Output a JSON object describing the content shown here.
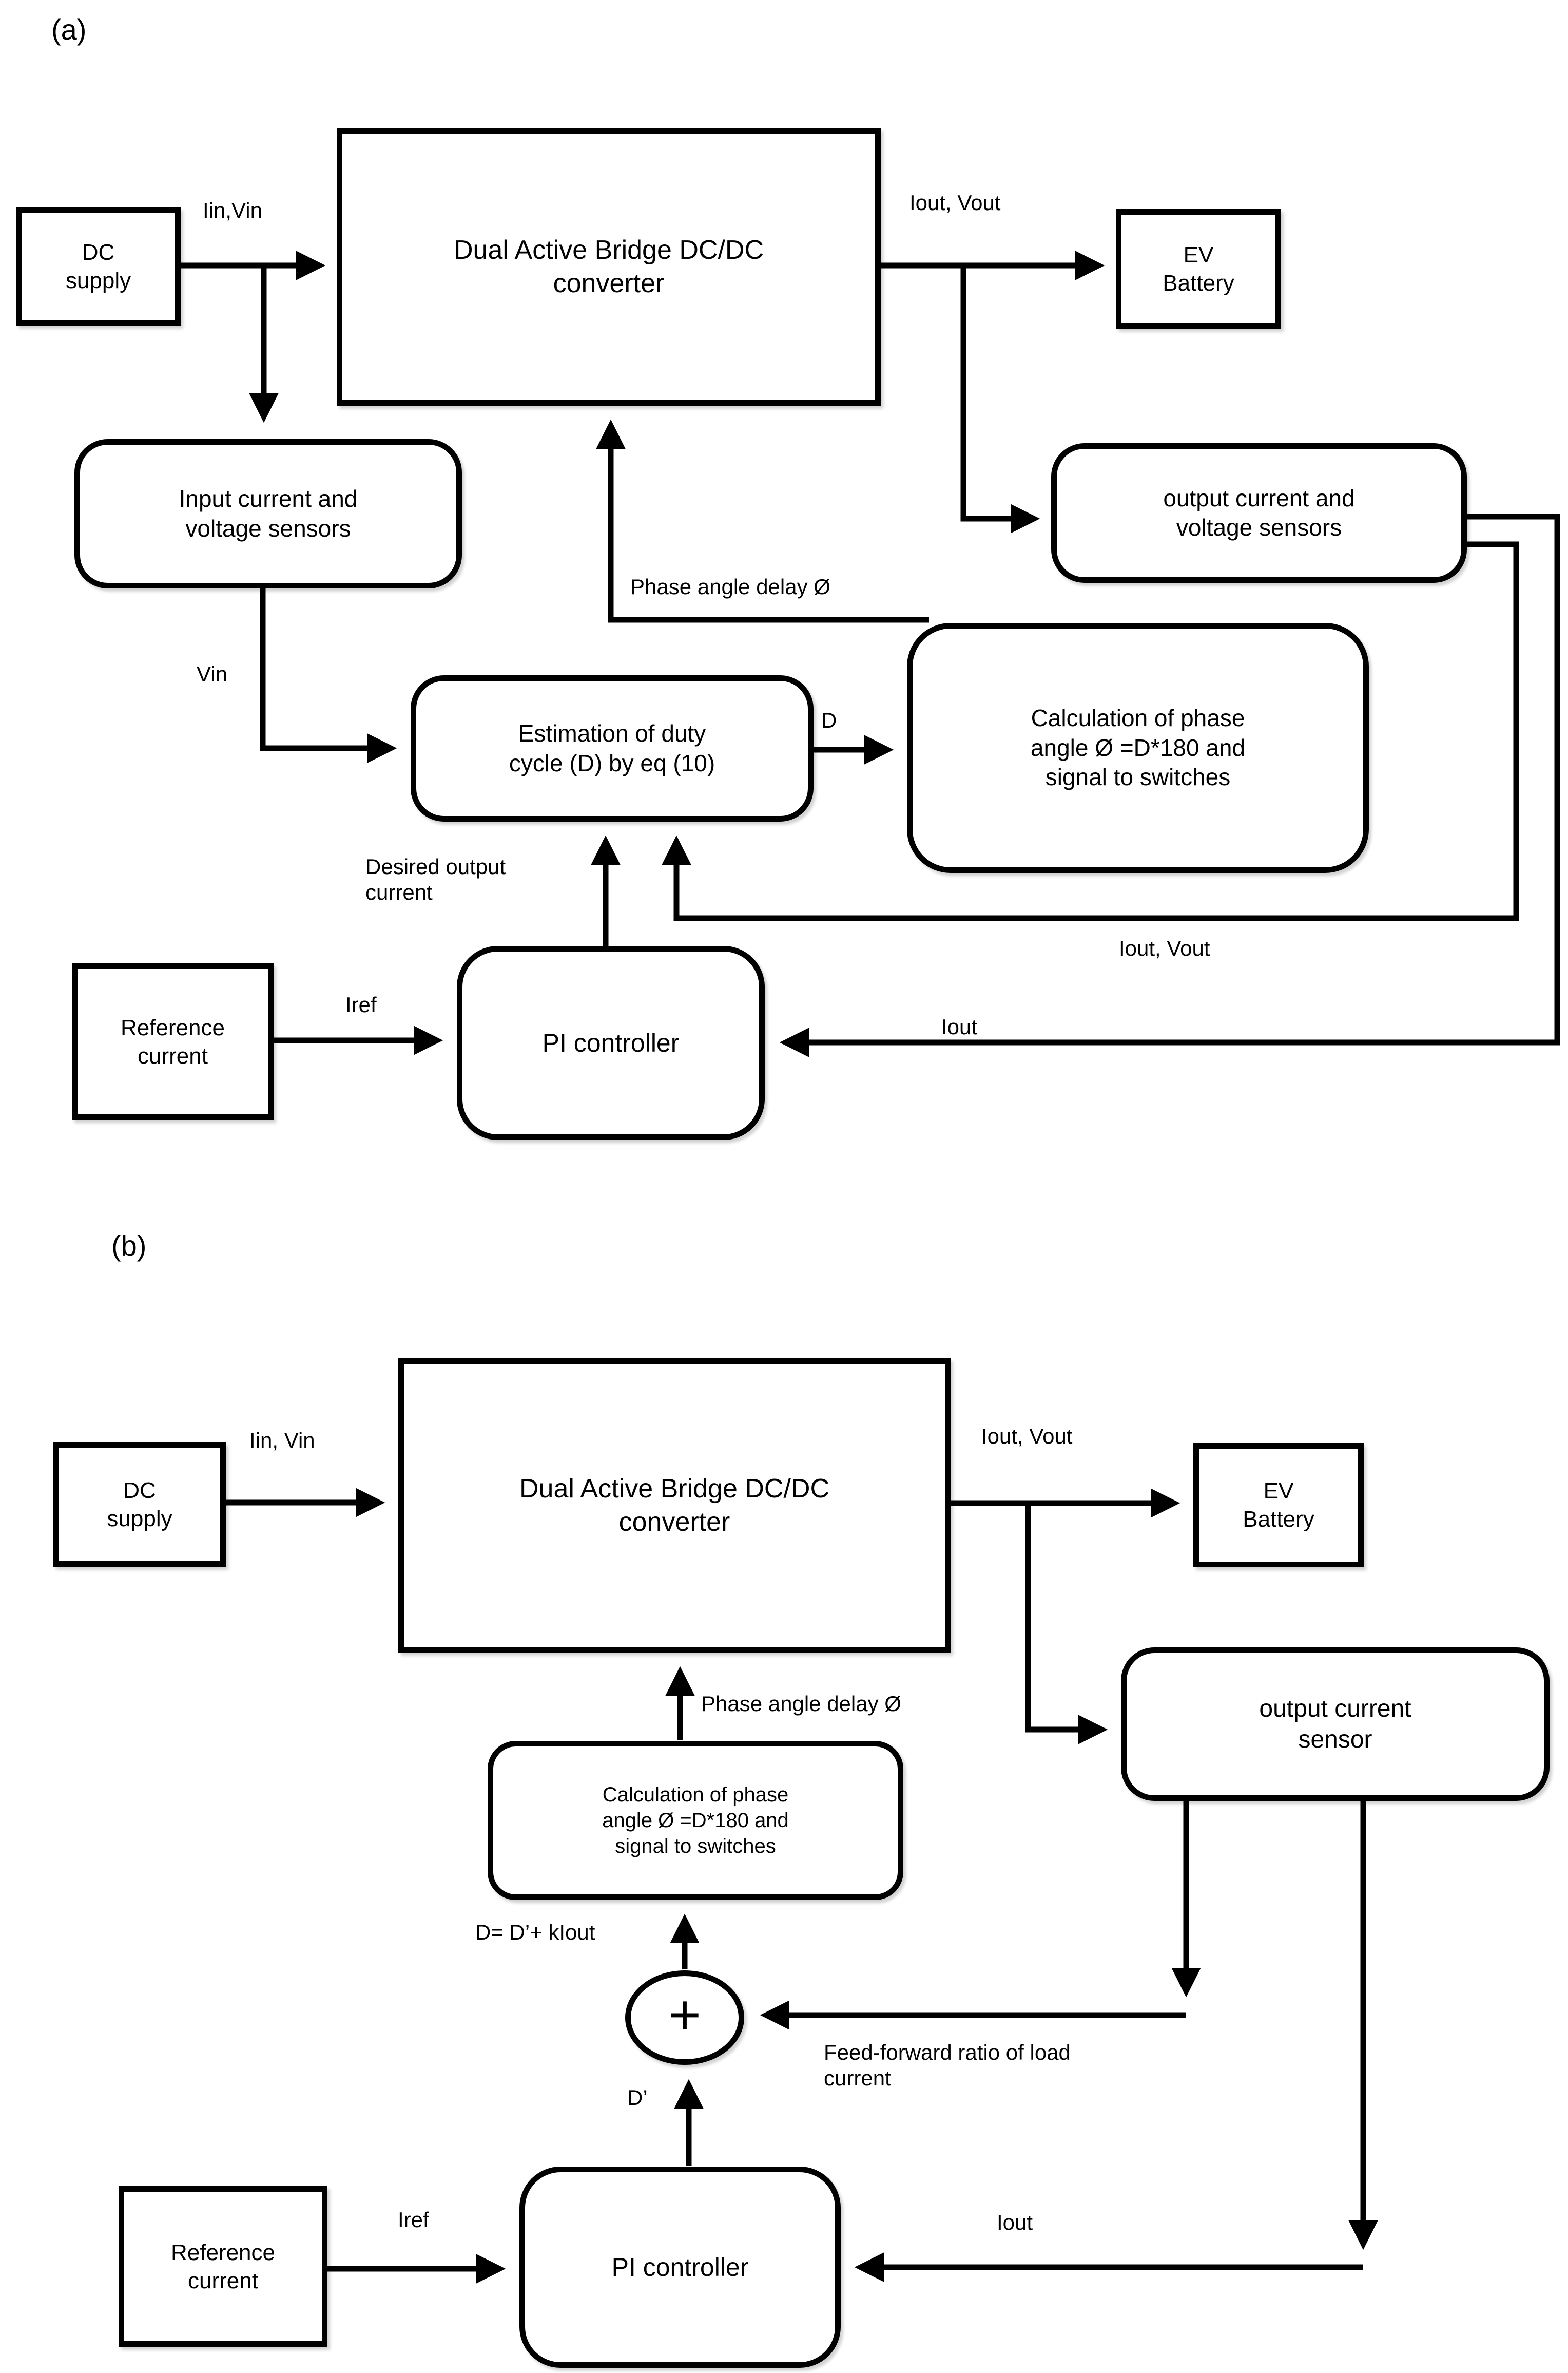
{
  "figure": {
    "background": "#ffffff",
    "ink": "#000000"
  },
  "diagram_a": {
    "label": "(a)",
    "boxes": {
      "dc_supply": "DC\nsupply",
      "converter": "Dual Active Bridge DC/DC\nconverter",
      "ev_battery": "EV\nBattery",
      "input_sensors": "Input current and\nvoltage sensors",
      "output_sensors": "output current and\nvoltage sensors",
      "estimation": "Estimation of duty\ncycle (D) by eq (10)",
      "calculation": "Calculation of phase\nangle Ø =D*180  and\nsignal to switches",
      "pi_controller": "PI controller",
      "reference_current": "Reference\ncurrent"
    },
    "labels": {
      "iin_vin": "Iin,Vin",
      "iout_vout": "Iout, Vout",
      "vin": "Vin",
      "phase_angle_delay": "Phase angle delay Ø",
      "d": "D",
      "desired_output_current": "Desired output\ncurrent",
      "iout_vout_feedback": "Iout, Vout",
      "iref": "Iref",
      "iout": "Iout"
    }
  },
  "diagram_b": {
    "label": "(b)",
    "boxes": {
      "dc_supply": "DC\nsupply",
      "converter": "Dual Active Bridge DC/DC\nconverter",
      "ev_battery": "EV\nBattery",
      "output_current_sensor": "output current\nsensor",
      "calculation": "Calculation of phase\nangle Ø =D*180 and\nsignal to switches",
      "summing_junction": "+",
      "pi_controller": "PI controller",
      "reference_current": "Reference\ncurrent"
    },
    "labels": {
      "iin_vin": "Iin, Vin",
      "iout_vout": "Iout, Vout",
      "phase_angle_delay": "Phase angle delay Ø",
      "d_equation": "D= D’+ kIout",
      "feed_forward": "Feed-forward ratio of load\ncurrent",
      "d_prime": "D’",
      "iref": "Iref",
      "iout": "Iout"
    }
  }
}
